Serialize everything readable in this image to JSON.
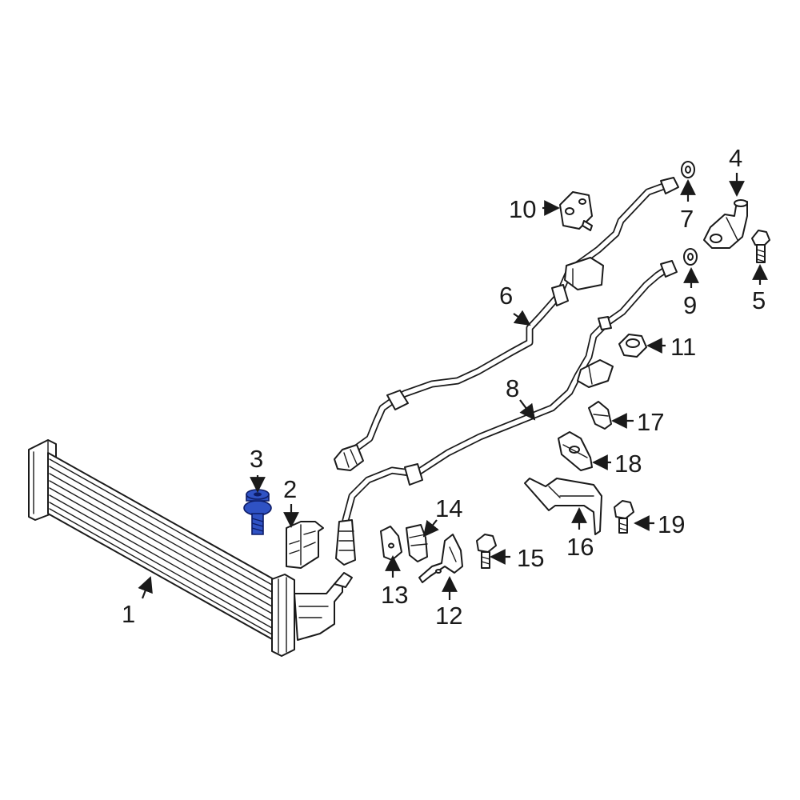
{
  "colors": {
    "highlight": "#2f52c4",
    "line": "#1a1a1a",
    "background": "#ffffff"
  },
  "highlighted_part": "3",
  "callouts": [
    {
      "id": "c1",
      "label": "1"
    },
    {
      "id": "c2",
      "label": "2"
    },
    {
      "id": "c3",
      "label": "3"
    },
    {
      "id": "c4",
      "label": "4"
    },
    {
      "id": "c5",
      "label": "5"
    },
    {
      "id": "c6",
      "label": "6"
    },
    {
      "id": "c7",
      "label": "7"
    },
    {
      "id": "c8",
      "label": "8"
    },
    {
      "id": "c9",
      "label": "9"
    },
    {
      "id": "c10",
      "label": "10"
    },
    {
      "id": "c11",
      "label": "11"
    },
    {
      "id": "c12",
      "label": "12"
    },
    {
      "id": "c13",
      "label": "13"
    },
    {
      "id": "c14",
      "label": "14"
    },
    {
      "id": "c15",
      "label": "15"
    },
    {
      "id": "c16",
      "label": "16"
    },
    {
      "id": "c17",
      "label": "17"
    },
    {
      "id": "c18",
      "label": "18"
    },
    {
      "id": "c19",
      "label": "19"
    }
  ]
}
